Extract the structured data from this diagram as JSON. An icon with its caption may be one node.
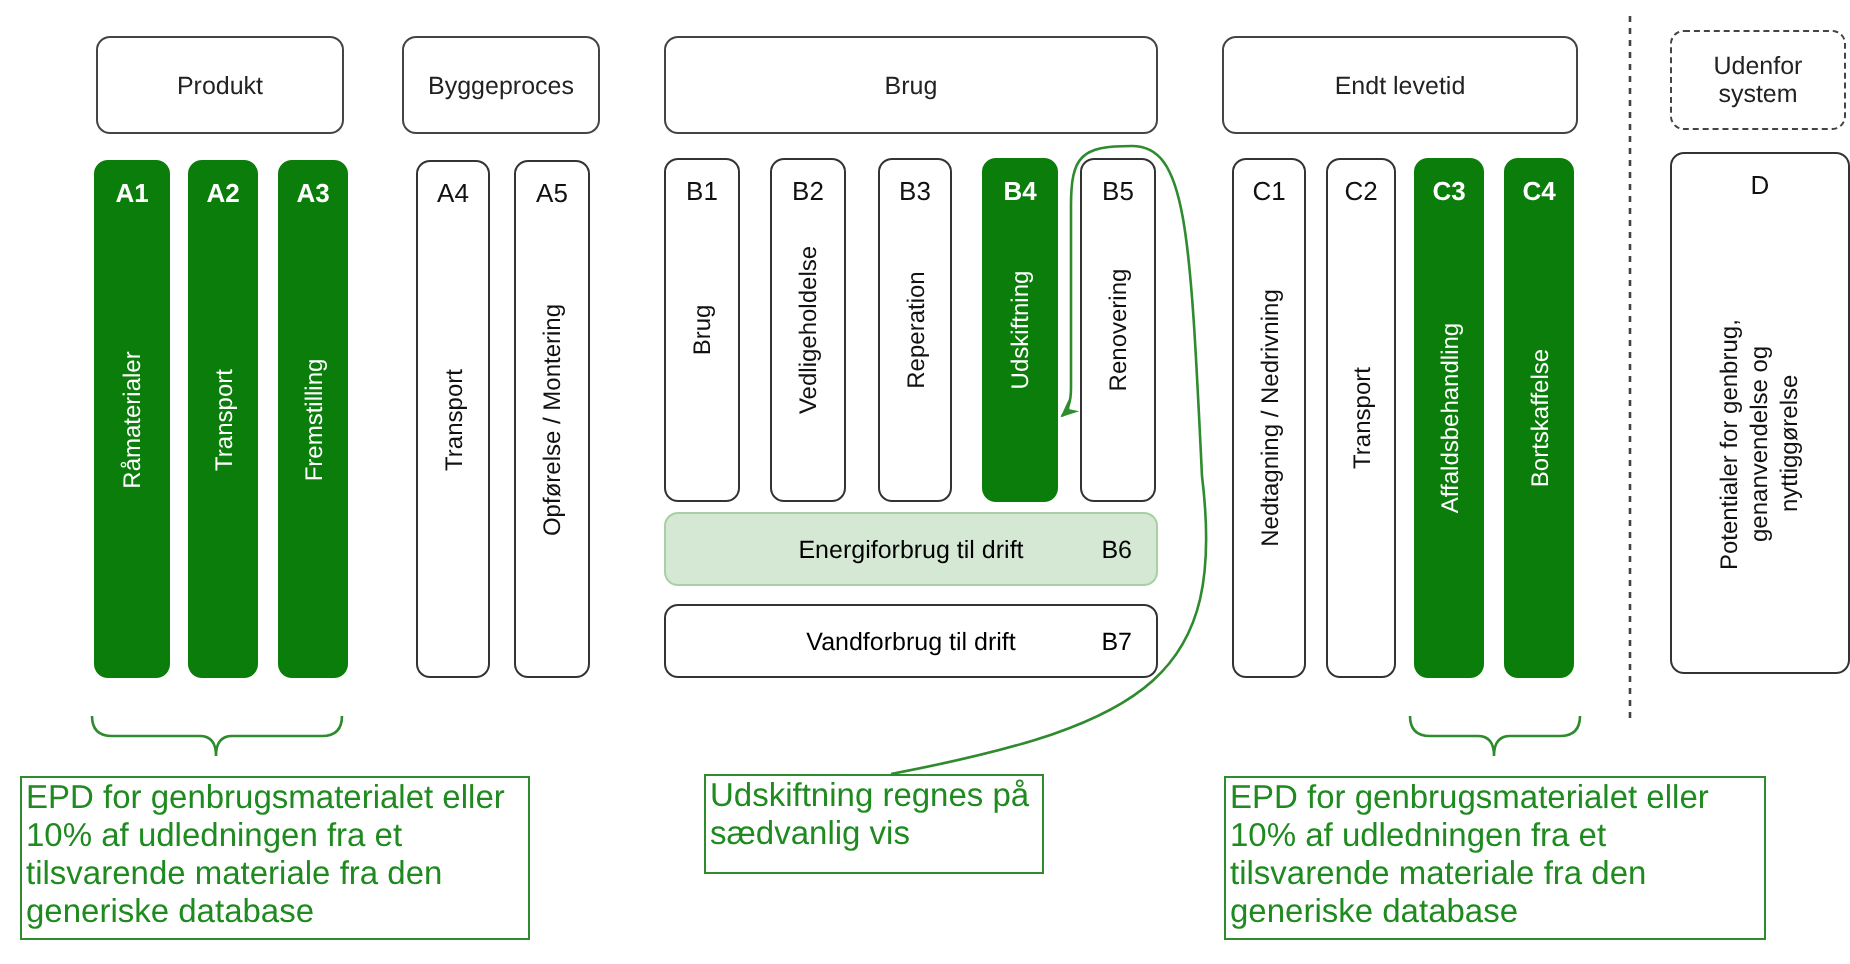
{
  "diagram": {
    "nodes": [
      {
        "text": [
          "Produkt"
        ]
      },
      {
        "text": [
          "Byggeproces"
        ]
      },
      {
        "text": [
          "Brug"
        ]
      },
      {
        "text": [
          "Endt levetid"
        ]
      },
      {
        "text": [
          "Udenfor system"
        ]
      },
      {
        "text": [
          "A1",
          "Råmaterialer"
        ]
      },
      {
        "text": [
          "A2",
          "Transport"
        ]
      },
      {
        "text": [
          "A3",
          "Fremstilling"
        ]
      },
      {
        "text": [
          "A4",
          "Transport"
        ]
      },
      {
        "text": [
          "A5",
          "Opførelse / Montering"
        ]
      },
      {
        "text": [
          "B1",
          "Brug"
        ]
      },
      {
        "text": [
          "B2",
          "Vedligeholdelse"
        ]
      },
      {
        "text": [
          "B3",
          "Reperation"
        ]
      },
      {
        "text": [
          "B4",
          "Udskiftning"
        ]
      },
      {
        "text": [
          "B5",
          "Renovering"
        ]
      },
      {
        "text": [
          "Energiforbrug til drift",
          "B6"
        ]
      },
      {
        "text": [
          "Vandforbrug til drift",
          "B7"
        ]
      },
      {
        "text": [
          "C1",
          "Nedtagning / Nedrivning"
        ]
      },
      {
        "text": [
          "C2",
          "Transport"
        ]
      },
      {
        "text": [
          "C3",
          "Affaldsbehandling"
        ]
      },
      {
        "text": [
          "C4",
          "Bortskaffelse"
        ]
      },
      {
        "text": [
          "D",
          "Potentialer for genbrug, genanvendelse og nyttiggørelse"
        ]
      },
      {
        "text": [
          "EPD for genbrugsmaterialet eller 10% af udledningen fra et tilsvarende materiale fra den generiske database"
        ]
      },
      {
        "text": [
          "Udskiftning regnes på sædvanlig vis"
        ]
      },
      {
        "text": [
          "EPD for genbrugsmaterialet eller 10% af udledningen fra et tilsvarende materiale fra den generiske database"
        ]
      }
    ],
    "edges": [
      {
        "from": 23,
        "to": 13,
        "arrow": "to"
      }
    ]
  }
}
